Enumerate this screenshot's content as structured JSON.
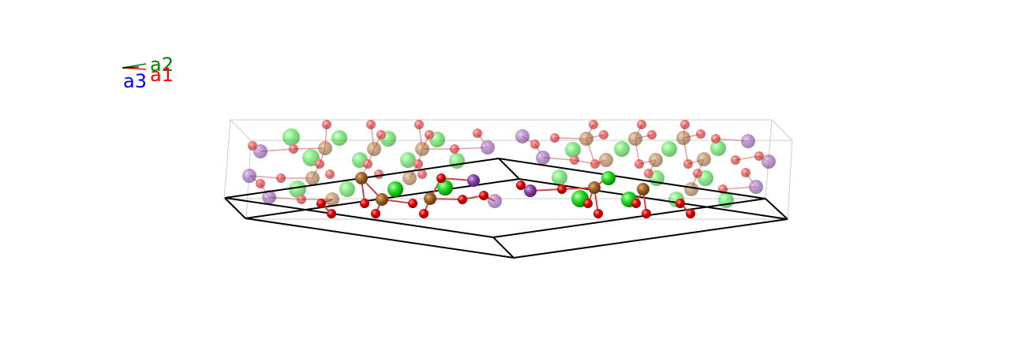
{
  "axes": {
    "a1": {
      "label": "a1",
      "color": "#ff0000"
    },
    "a2": {
      "label": "a2",
      "color": "#008000"
    },
    "a3": {
      "label": "a3",
      "color": "#0000ff"
    }
  },
  "colors": {
    "oxygen": "#e00000",
    "oxygen_faded": "#f08080",
    "metal": "#a0642a",
    "metal_faded": "#d9b48c",
    "green_atom": "#22dd22",
    "green_faded": "#8ee88e",
    "purple_atom": "#8844aa",
    "purple_faded": "#c2a0d8",
    "cell_edge": "#000000",
    "ghost_edge": "#cccccc",
    "bond": "#cc6666"
  }
}
